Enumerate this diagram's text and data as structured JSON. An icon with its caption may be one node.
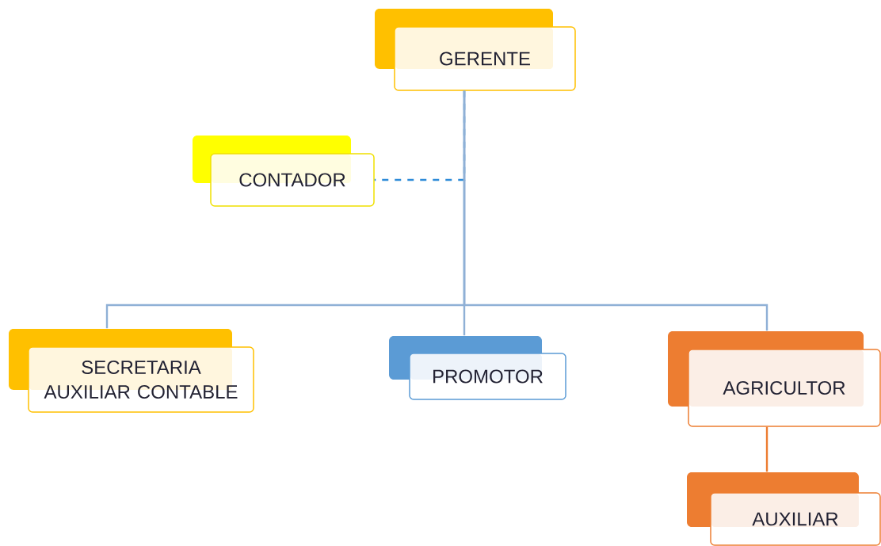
{
  "diagram": {
    "nodes": [
      {
        "text": [
          "GERENTE"
        ]
      },
      {
        "text": [
          "CONTADOR"
        ]
      },
      {
        "text": [
          "SECRETARIA AUXILIAR CONTABLE"
        ]
      },
      {
        "text": [
          "PROMOTOR"
        ]
      },
      {
        "text": [
          "AGRICULTOR"
        ]
      },
      {
        "text": [
          "AUXILIAR"
        ]
      }
    ],
    "edges": [
      {
        "from": 0,
        "to": 2,
        "arrow": "none"
      },
      {
        "from": 0,
        "to": 3,
        "arrow": "none"
      },
      {
        "from": 0,
        "to": 4,
        "arrow": "none"
      },
      {
        "from": 0,
        "to": 1,
        "arrow": "none",
        "style": "dashed",
        "color": "#2e8bd8"
      },
      {
        "from": 4,
        "to": 5,
        "arrow": "none",
        "color": "#ed7d31"
      }
    ]
  }
}
